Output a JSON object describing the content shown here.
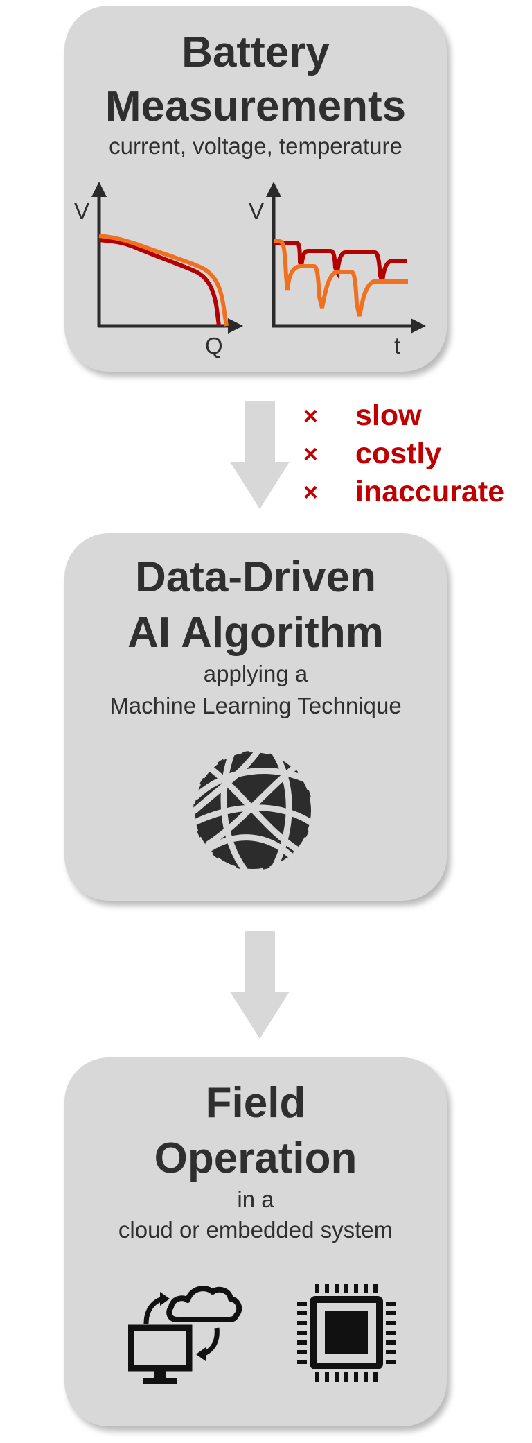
{
  "box1": {
    "title_line1": "Battery",
    "title_line2": "Measurements",
    "subtitle": "current, voltage, temperature",
    "chart_left": {
      "y_label": "V",
      "x_label": "Q"
    },
    "chart_right": {
      "y_label": "V",
      "x_label": "t"
    }
  },
  "drawbacks": {
    "marker": "×",
    "items": [
      "slow",
      "costly",
      "inaccurate"
    ]
  },
  "box2": {
    "title_line1": "Data-Driven",
    "title_line2": "AI Algorithm",
    "subtitle_line1": "applying a",
    "subtitle_line2": "Machine Learning Technique",
    "icon": "neural-sphere-icon"
  },
  "box3": {
    "title_line1": "Field",
    "title_line2": "Operation",
    "subtitle_line1": "in a",
    "subtitle_line2": "cloud or embedded system",
    "icons": [
      "cloud-computer-sync-icon",
      "microchip-icon"
    ]
  },
  "colors": {
    "box_bg": "#d8d8d8",
    "arrow": "#d8d8d8",
    "text": "#2f2f2f",
    "accent_red": "#c00000",
    "curve_dark_red": "#b30000",
    "curve_orange": "#f07020"
  }
}
